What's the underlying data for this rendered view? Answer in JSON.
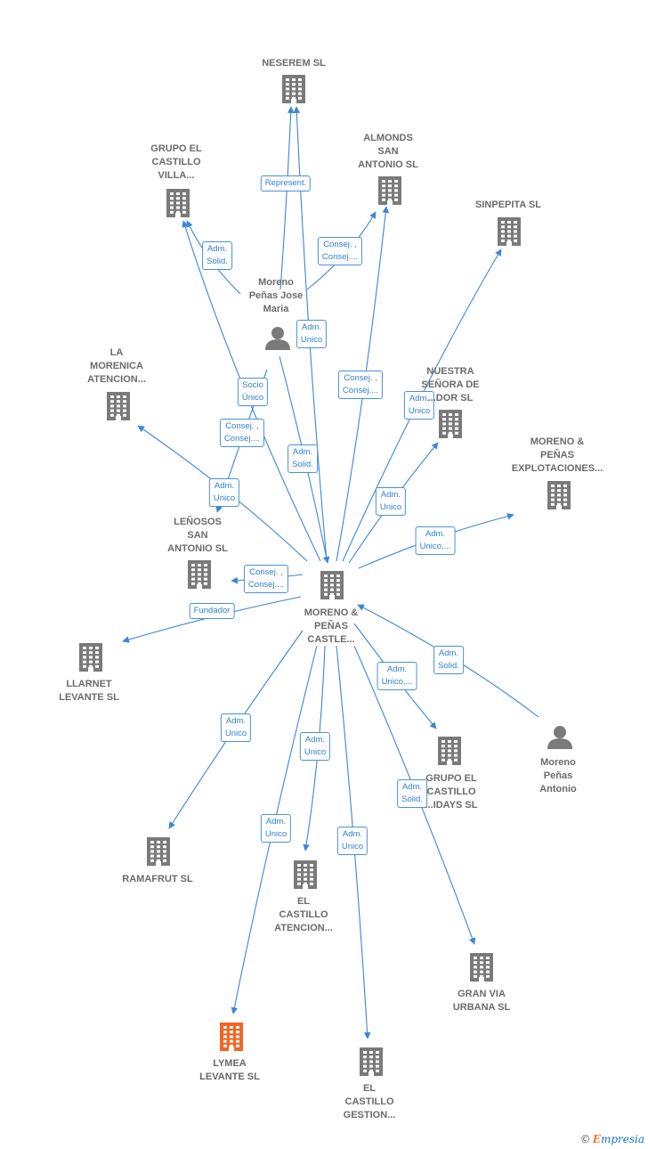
{
  "colors": {
    "edge": "#3c86d8",
    "building": "#7a7a7a",
    "highlight": "#f26522",
    "person": "#7a7a7a"
  },
  "nodes": [
    {
      "id": "neserem",
      "type": "company",
      "label": "NESEREM SL"
    },
    {
      "id": "grupo_villa",
      "type": "company",
      "label": "GRUPO EL\nCASTILLO\nVILLA..."
    },
    {
      "id": "almonds",
      "type": "company",
      "label": "ALMONDS\nSAN\nANTONIO  SL"
    },
    {
      "id": "sinpepita",
      "type": "company",
      "label": "SINPEPITA  SL"
    },
    {
      "id": "moreno_jose",
      "type": "person",
      "label": "Moreno\nPeñas Jose\nMaria"
    },
    {
      "id": "la_morenica",
      "type": "company",
      "label": "LA\nMORENICA\nATENCION..."
    },
    {
      "id": "nuestra",
      "type": "company",
      "label": "NUESTRA\nSEÑORA DE\n...DOR  SL"
    },
    {
      "id": "explotaciones",
      "type": "company",
      "label": "MORENO &\nPEÑAS\nEXPLOTACIONES..."
    },
    {
      "id": "lenosos",
      "type": "company",
      "label": "LEÑOSOS\nSAN\nANTONIO  SL"
    },
    {
      "id": "center",
      "type": "company",
      "label": "MORENO &\nPEÑAS\nCASTLE..."
    },
    {
      "id": "llarnet",
      "type": "company",
      "label": "LLARNET\nLEVANTE  SL"
    },
    {
      "id": "moreno_antonio",
      "type": "person",
      "label": "Moreno\nPeñas\nAntonio"
    },
    {
      "id": "grupo_holidays",
      "type": "company",
      "label": "GRUPO EL\nCASTILLO\n...IDAYS  SL"
    },
    {
      "id": "ramafrut",
      "type": "company",
      "label": "RAMAFRUT SL"
    },
    {
      "id": "el_atencion",
      "type": "company",
      "label": "EL\nCASTILLO\nATENCION..."
    },
    {
      "id": "gran_via",
      "type": "company",
      "label": "GRAN VIA\nURBANA  SL"
    },
    {
      "id": "lymea",
      "type": "company",
      "label": "LYMEA\nLEVANTE  SL",
      "highlight": true
    },
    {
      "id": "el_gestion",
      "type": "company",
      "label": "EL\nCASTILLO\nGESTION..."
    }
  ],
  "edges": [
    {
      "from": "moreno_jose",
      "to": "neserem",
      "label": "Represent."
    },
    {
      "from": "moreno_jose",
      "to": "almonds",
      "label": "Consej. ,\nConsej...."
    },
    {
      "from": "moreno_jose",
      "to": "grupo_villa",
      "label": "Adm.\nSolid."
    },
    {
      "from": "center",
      "to": "neserem",
      "label": "Adm.\nUnico"
    },
    {
      "from": "center",
      "to": "grupo_villa",
      "label": "Socio\nÚnico"
    },
    {
      "from": "center",
      "to": "almonds",
      "label": "Consej. ,\nConsej...."
    },
    {
      "from": "center",
      "to": "sinpepita",
      "label": "Adm.\nUnico"
    },
    {
      "from": "center",
      "to": "nuestra",
      "label": "Adm.\nUnico"
    },
    {
      "from": "center",
      "to": "explotaciones",
      "label": "Adm.\nUnico,..."
    },
    {
      "from": "moreno_jose",
      "to": "center",
      "label": "Adm.\nSolid."
    },
    {
      "from": "center",
      "to": "la_morenica",
      "label": "Adm.\nUnico"
    },
    {
      "from": "center",
      "to": "lenosos",
      "label": "Consej. ,\nConsej...."
    },
    {
      "from": "moreno_jose",
      "to": "lenosos",
      "label": "Consej. ,\nConsej...."
    },
    {
      "from": "center",
      "to": "llarnet",
      "label": "Fundador"
    },
    {
      "from": "moreno_antonio",
      "to": "center",
      "label": "Adm.\nSolid."
    },
    {
      "from": "center",
      "to": "grupo_holidays",
      "label": "Adm.\nUnico,..."
    },
    {
      "from": "center",
      "to": "ramafrut",
      "label": "Adm.\nUnico"
    },
    {
      "from": "center",
      "to": "el_atencion",
      "label": "Adm.\nUnico"
    },
    {
      "from": "center",
      "to": "gran_via",
      "label": "Adm.\nSolid."
    },
    {
      "from": "center",
      "to": "lymea",
      "label": "Adm.\nUnico"
    },
    {
      "from": "center",
      "to": "el_gestion",
      "label": "Adm.\nUnico"
    }
  ],
  "footer": {
    "symbol": "©",
    "brand_initial": "E",
    "brand_rest": "mpresia"
  }
}
